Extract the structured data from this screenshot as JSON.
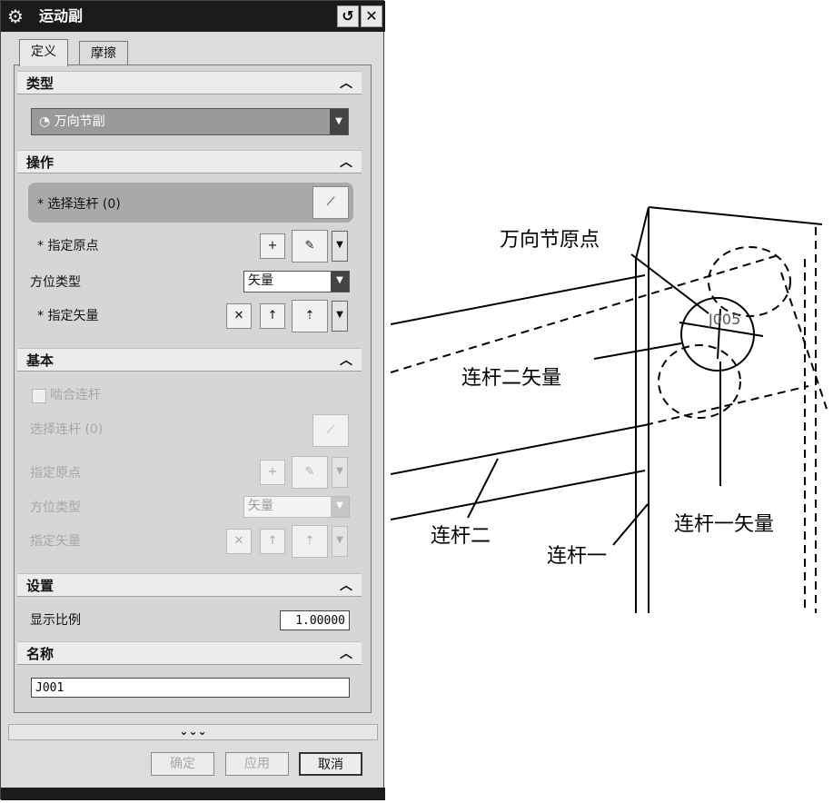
{
  "window": {
    "title": "运动副"
  },
  "tabs": [
    {
      "label": "定义"
    },
    {
      "label": "摩擦"
    }
  ],
  "sections": {
    "type": {
      "header": "类型",
      "selected": "万向节副"
    },
    "operation": {
      "header": "操作",
      "select_link": "* 选择连杆  (0)",
      "origin": "* 指定原点",
      "orient_type_label": "方位类型",
      "orient_type_value": "矢量",
      "vector": "* 指定矢量"
    },
    "basic": {
      "header": "基本",
      "mesh_checkbox": "啮合连杆",
      "select_link": "选择连杆  (0)",
      "origin": "指定原点",
      "orient_type_label": "方位类型",
      "orient_type_value": "矢量",
      "vector": "指定矢量"
    },
    "settings": {
      "header": "设置",
      "scale_label": "显示比例",
      "scale_value": "1.00000"
    },
    "name": {
      "header": "名称",
      "value": "J001"
    }
  },
  "expand_more": "⌄⌄⌄",
  "buttons": {
    "ok": "确定",
    "apply": "应用",
    "cancel": "取消"
  },
  "diagram": {
    "joint_label": "J005",
    "callouts": {
      "origin": "万向节原点",
      "link2_vector": "连杆二矢量",
      "link2": "连杆二",
      "link1": "连杆一",
      "link1_vector": "连杆一矢量"
    }
  }
}
